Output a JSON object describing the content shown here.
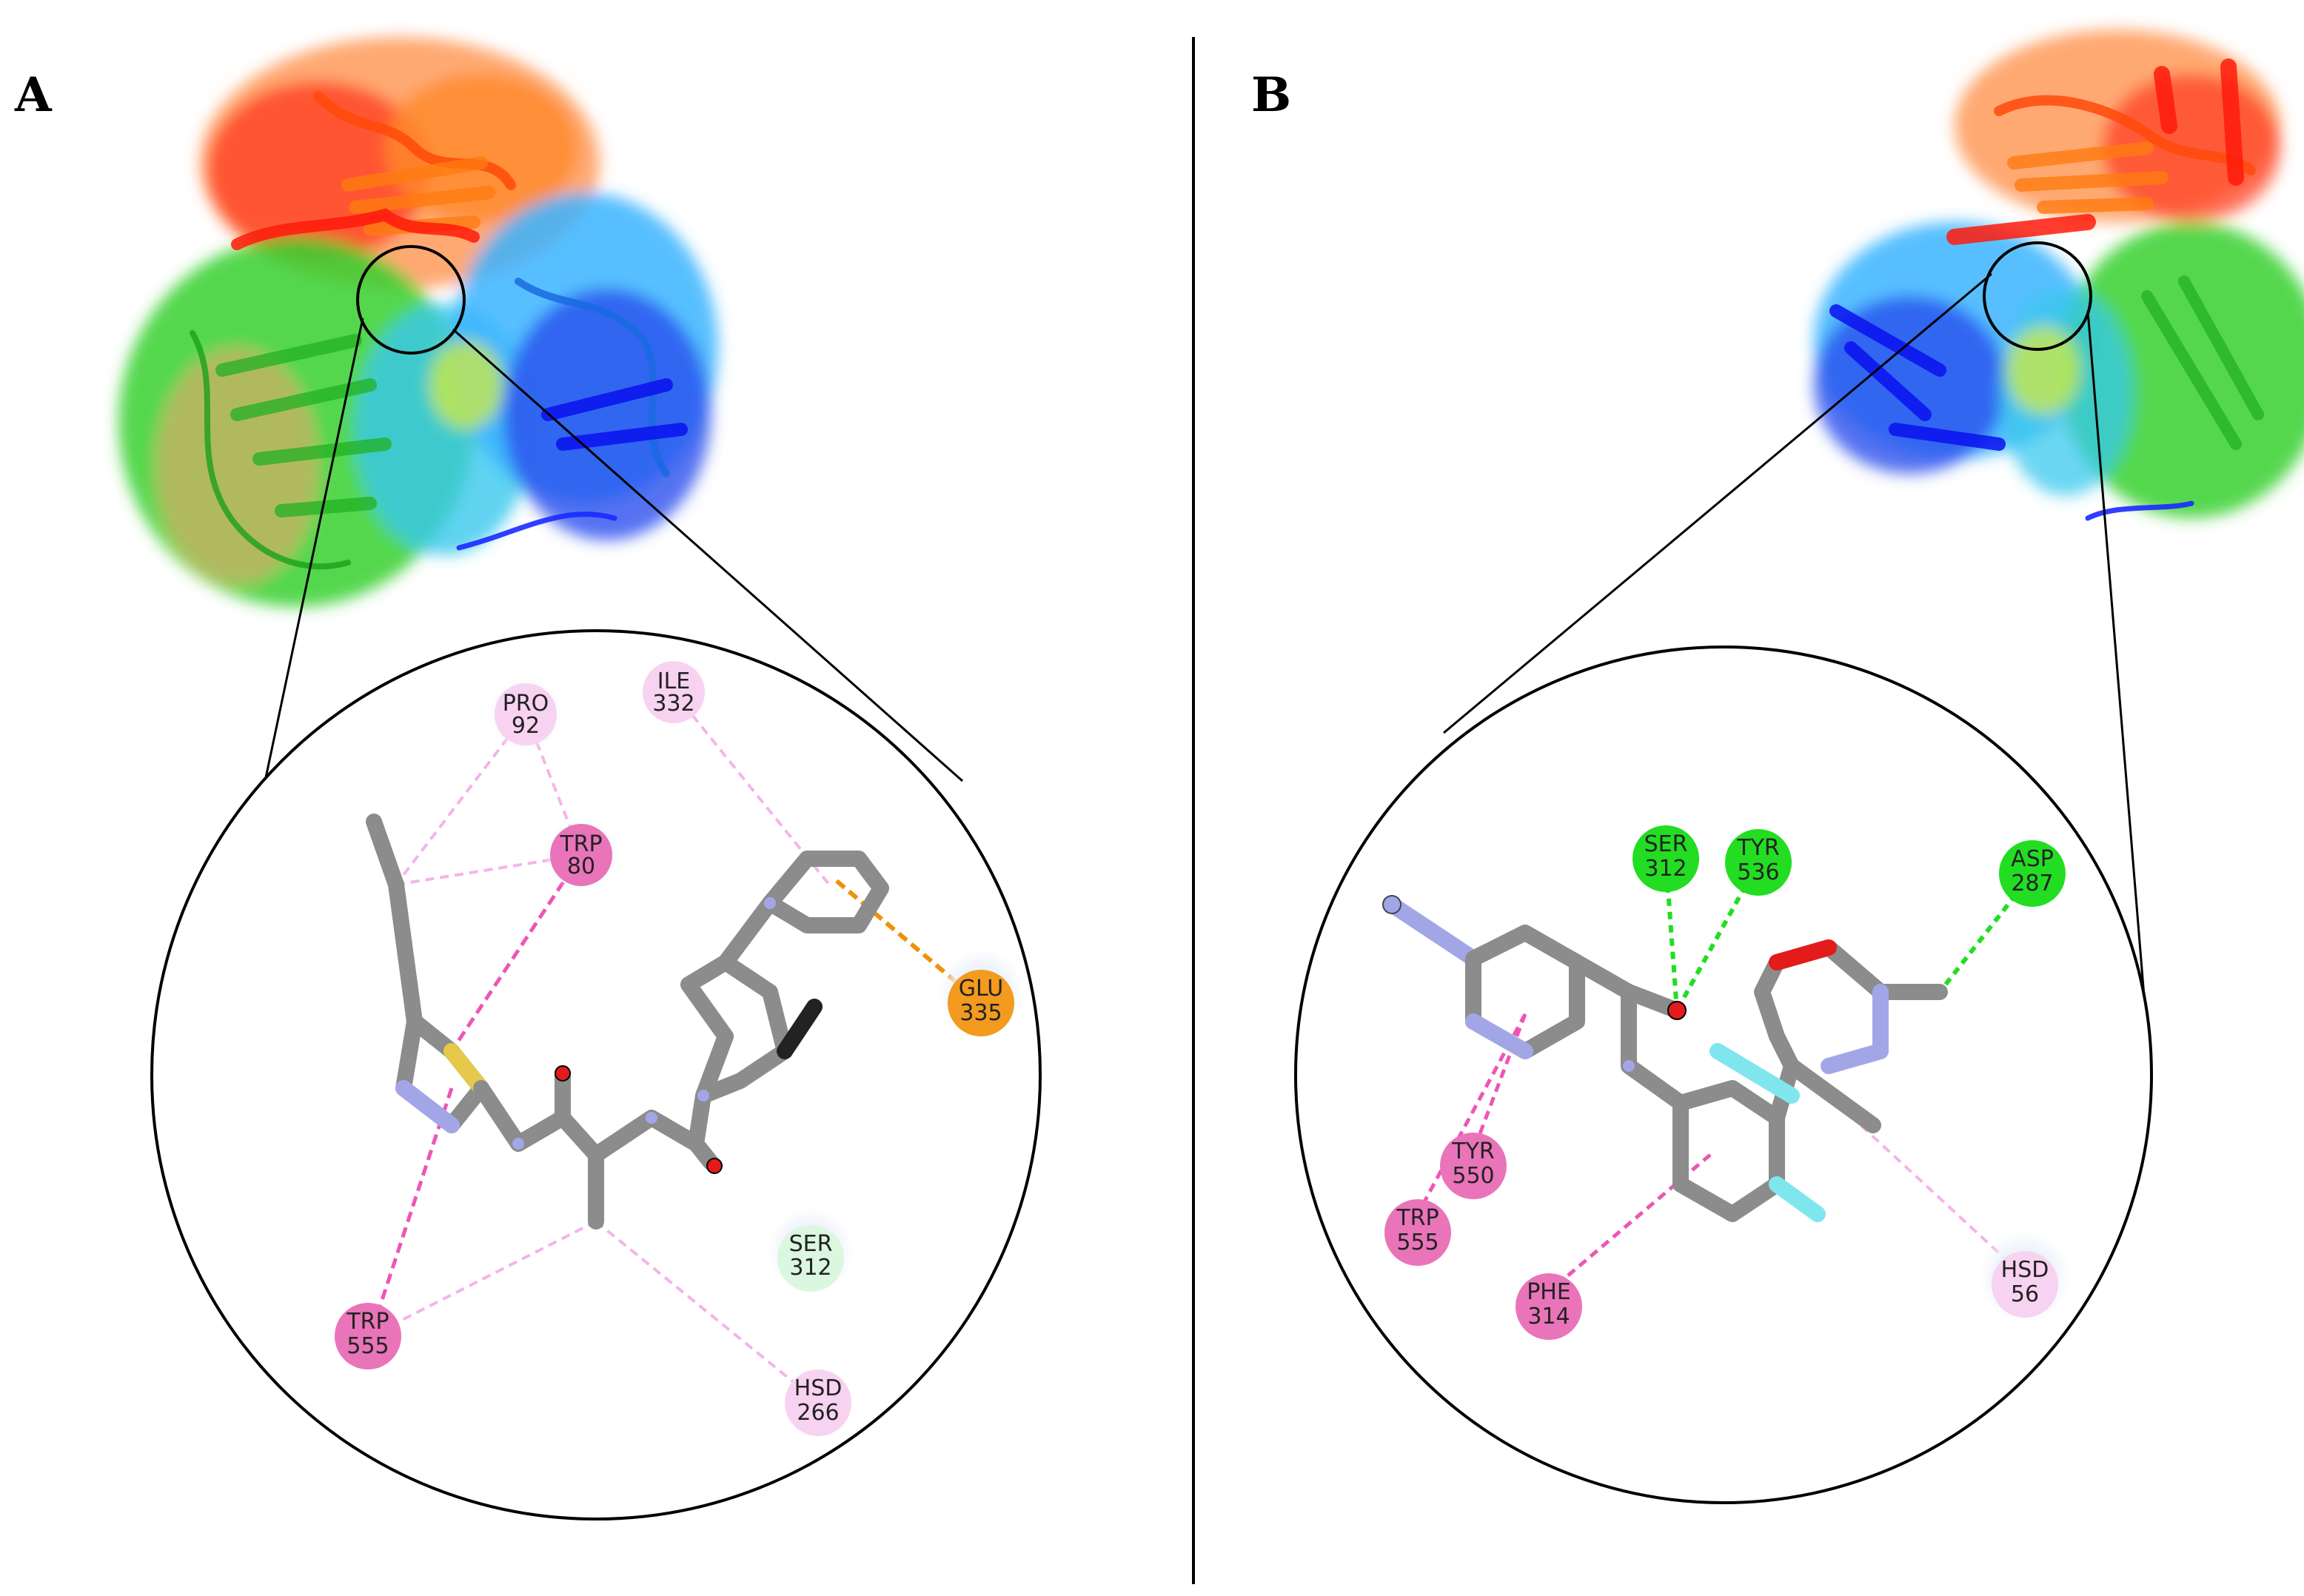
{
  "panels": [
    {
      "label": "A",
      "residues": [
        {
          "name": "PRO",
          "num": "92",
          "kind": "pi-alkyl-light"
        },
        {
          "name": "ILE",
          "num": "332",
          "kind": "pi-alkyl-light"
        },
        {
          "name": "TRP",
          "num": "80",
          "kind": "pi-pi"
        },
        {
          "name": "GLU",
          "num": "335",
          "kind": "pi-anion"
        },
        {
          "name": "SER",
          "num": "312",
          "kind": "van-der-waals"
        },
        {
          "name": "TRP",
          "num": "555",
          "kind": "pi-pi"
        },
        {
          "name": "HSD",
          "num": "266",
          "kind": "pi-alkyl-light"
        }
      ]
    },
    {
      "label": "B",
      "residues": [
        {
          "name": "SER",
          "num": "312",
          "kind": "h-bond"
        },
        {
          "name": "TYR",
          "num": "536",
          "kind": "h-bond"
        },
        {
          "name": "ASP",
          "num": "287",
          "kind": "h-bond"
        },
        {
          "name": "TYR",
          "num": "550",
          "kind": "pi-pi"
        },
        {
          "name": "TRP",
          "num": "555",
          "kind": "pi-pi"
        },
        {
          "name": "PHE",
          "num": "314",
          "kind": "pi-pi"
        },
        {
          "name": "HSD",
          "num": "56",
          "kind": "pi-alkyl-light"
        }
      ]
    }
  ],
  "colors": {
    "h_bond": "#22dd22",
    "pi_pi": "#e974b9",
    "pi_alkyl_light": "#f6c8ef",
    "pi_anion": "#f39a1f",
    "van_der_waals": "#dcf7df",
    "carbon": "#8c8c8c",
    "nitrogen": "#a3a6e6",
    "oxygen": "#e31b1b",
    "sulfur": "#e6c84a",
    "fluorine": "#7fe6ee",
    "protein_red": "#ff2a1a",
    "protein_orange": "#ff8a2a",
    "protein_green": "#2ad42a",
    "protein_cyan": "#33c8ee",
    "protein_blue": "#1a2aff"
  }
}
